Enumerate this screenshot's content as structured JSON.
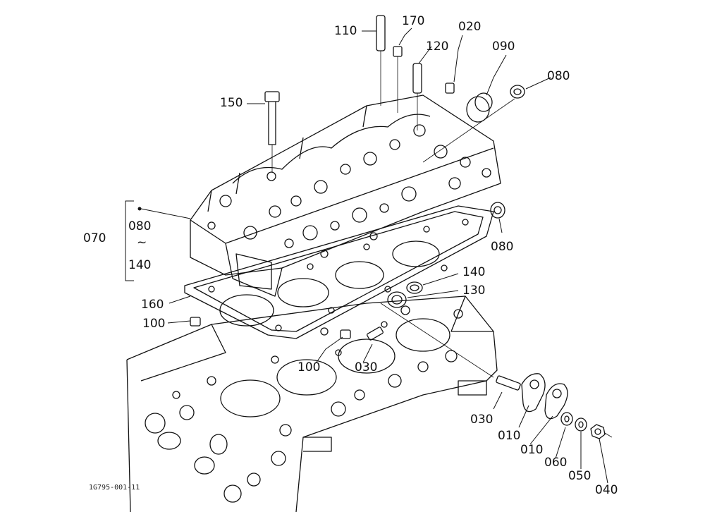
{
  "diagram": {
    "figure_id": "1G795-001-11",
    "callouts": {
      "c110": "110",
      "c170": "170",
      "c120": "120",
      "c020": "020",
      "c090": "090",
      "c080a": "080",
      "c150": "150",
      "c070": "070",
      "c080_range": "080",
      "c_range_sep": "~",
      "c140_range": "140",
      "c080b": "080",
      "c140": "140",
      "c130": "130",
      "c160": "160",
      "c100a": "100",
      "c100b": "100",
      "c030a": "030",
      "c030b": "030",
      "c010a": "010",
      "c010b": "010",
      "c060": "060",
      "c050": "050",
      "c040": "040"
    },
    "line_color": "#111111"
  }
}
